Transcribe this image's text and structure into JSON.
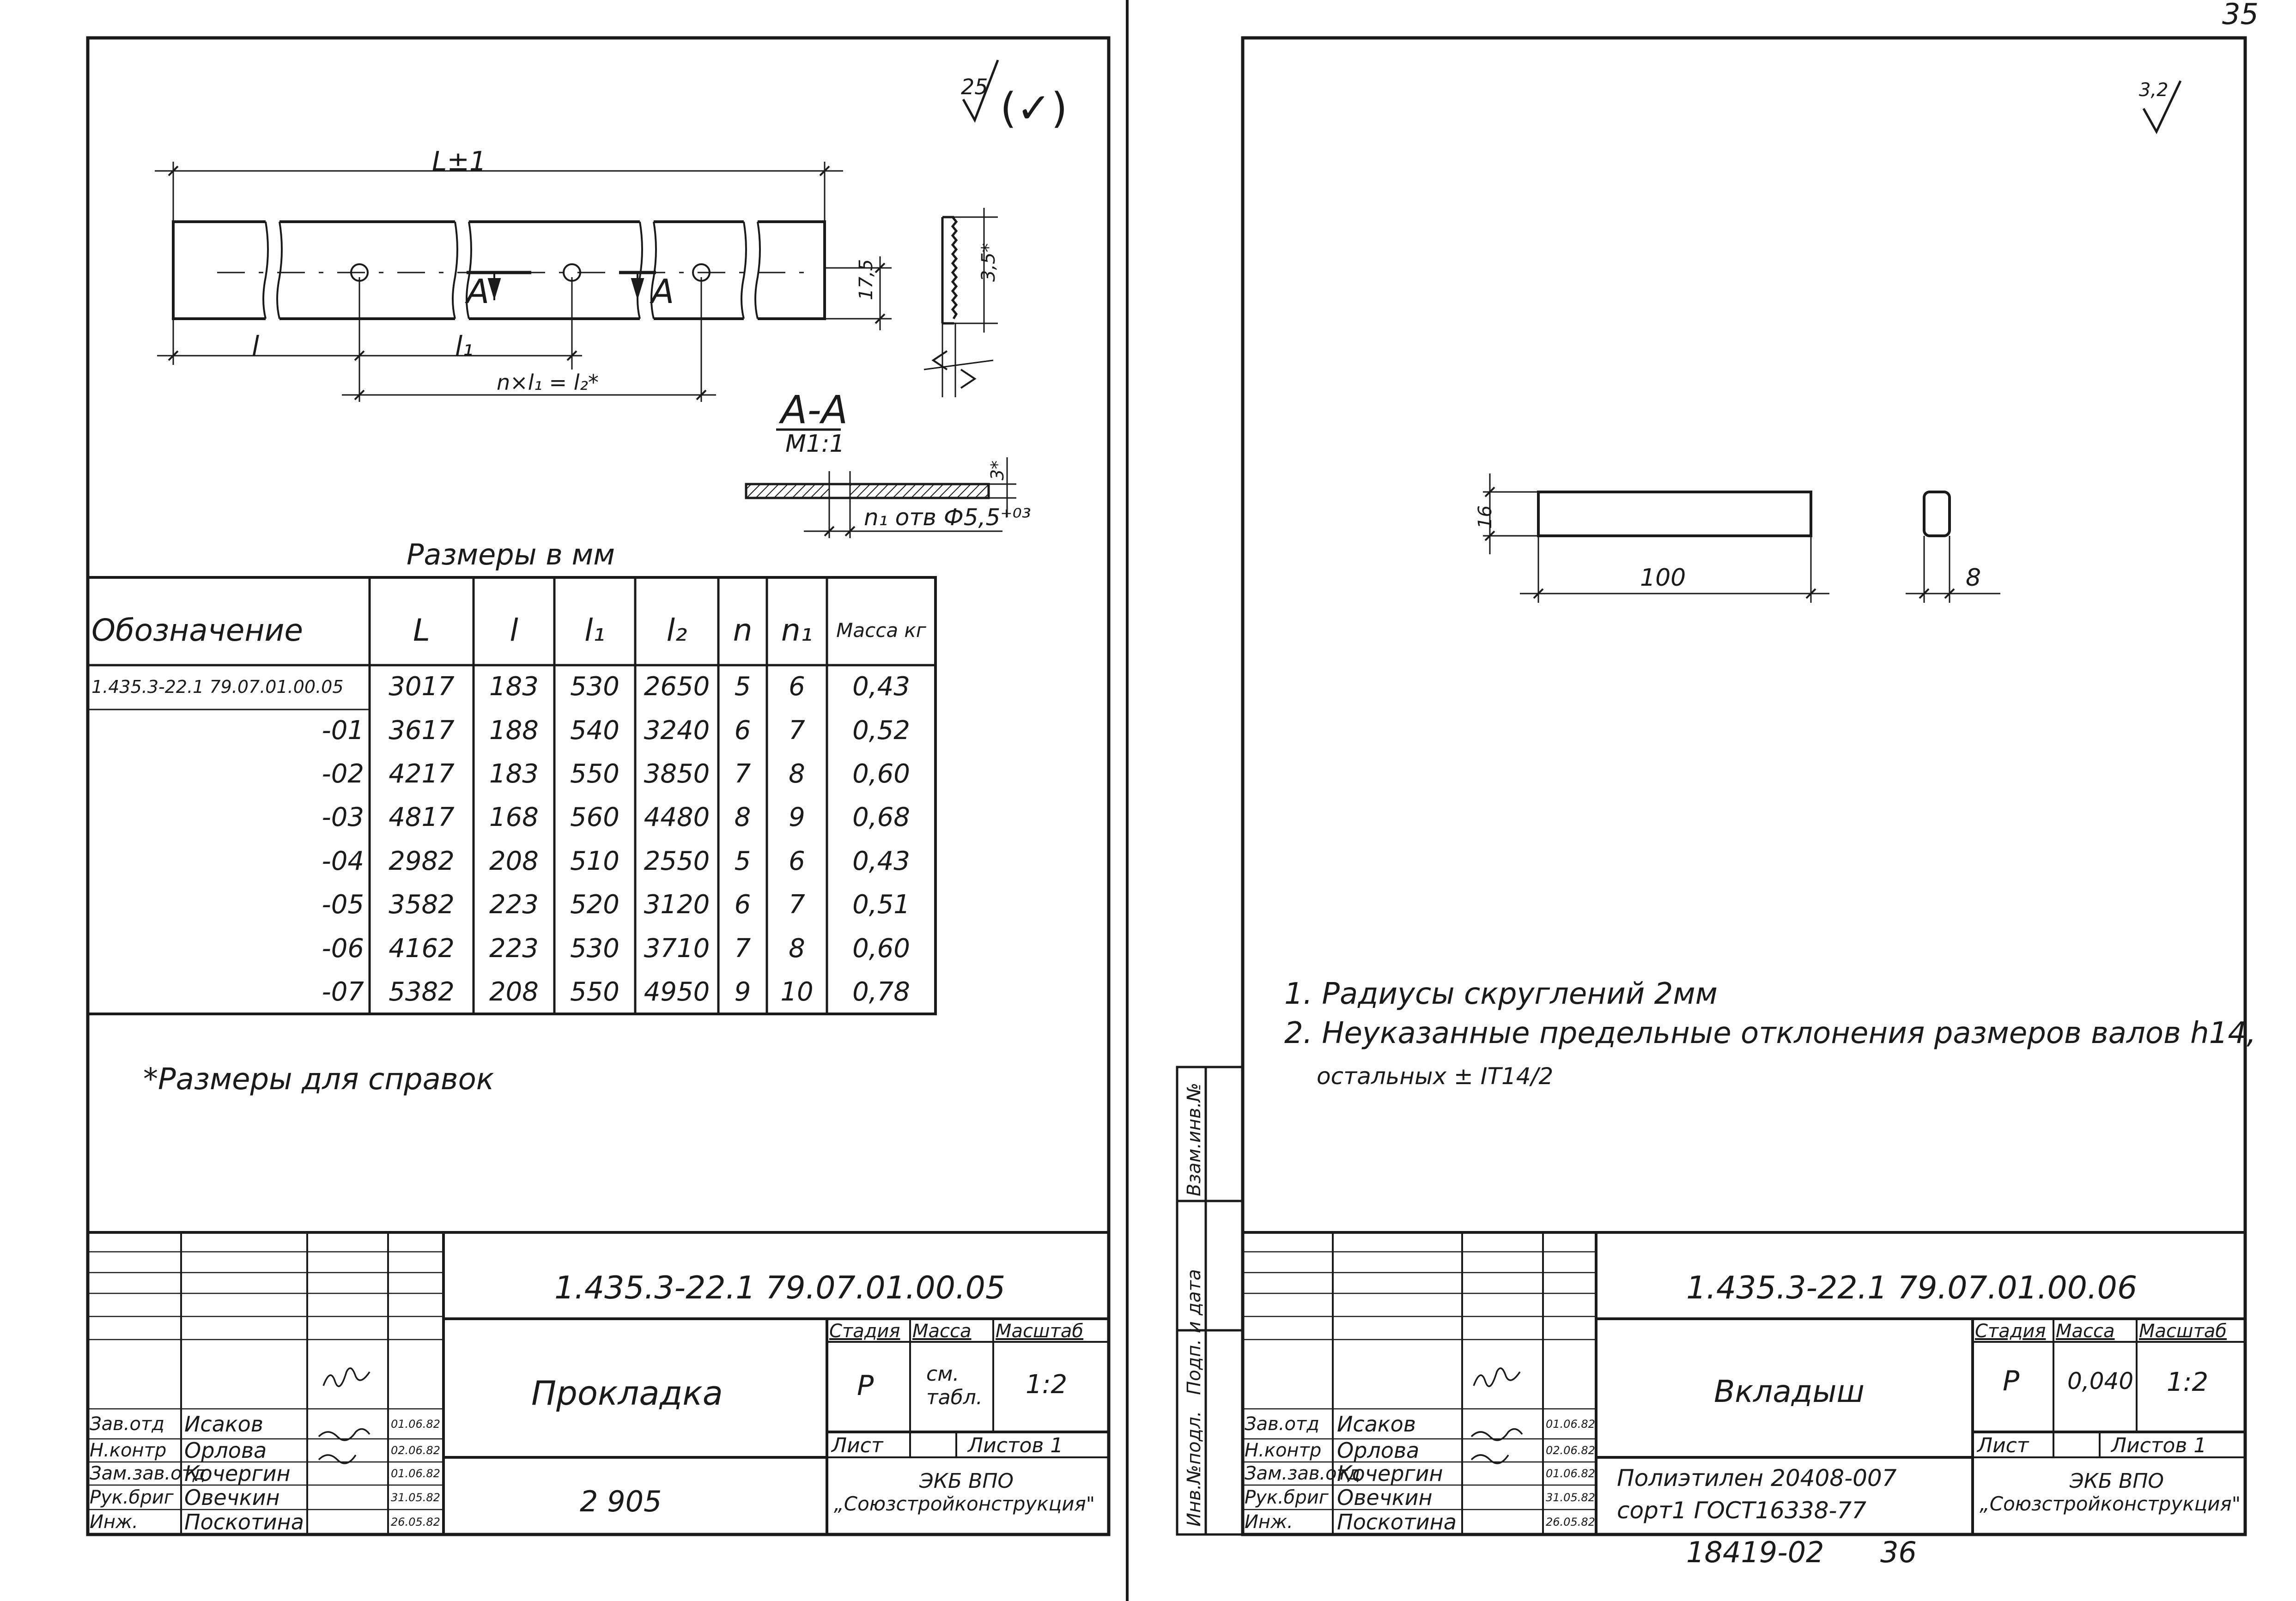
{
  "page_number": "35",
  "footer": {
    "code": "18419-02",
    "page": "36"
  },
  "sheet1": {
    "roughness": {
      "value": "25",
      "extra": "(✓)"
    },
    "dims": {
      "total": "L±1",
      "l": "l",
      "l1": "l₁",
      "nl": "n×l₁ = l₂*",
      "height": "17,5",
      "thick": "3,5*",
      "section_mark": "А",
      "section_title": "А-А",
      "section_scale": "М1:1",
      "section_thick": "3*",
      "holes": "n₁ отв Ф5,5⁺⁰³"
    },
    "table_caption": "Размеры в мм",
    "table": {
      "headers": [
        "Обозначение",
        "L",
        "l",
        "l₁",
        "l₂",
        "n",
        "n₁",
        "Масса кг"
      ],
      "rows": [
        [
          "1.435.3-22.1 79.07.01.00.05",
          "3017",
          "183",
          "530",
          "2650",
          "5",
          "6",
          "0,43"
        ],
        [
          "-01",
          "3617",
          "188",
          "540",
          "3240",
          "6",
          "7",
          "0,52"
        ],
        [
          "-02",
          "4217",
          "183",
          "550",
          "3850",
          "7",
          "8",
          "0,60"
        ],
        [
          "-03",
          "4817",
          "168",
          "560",
          "4480",
          "8",
          "9",
          "0,68"
        ],
        [
          "-04",
          "2982",
          "208",
          "510",
          "2550",
          "5",
          "6",
          "0,43"
        ],
        [
          "-05",
          "3582",
          "223",
          "520",
          "3120",
          "6",
          "7",
          "0,51"
        ],
        [
          "-06",
          "4162",
          "223",
          "530",
          "3710",
          "7",
          "8",
          "0,60"
        ],
        [
          "-07",
          "5382",
          "208",
          "550",
          "4950",
          "9",
          "10",
          "0,78"
        ]
      ]
    },
    "note": "*Размеры для справок",
    "title_block": {
      "code": "1.435.3-22.1 79.07.01.00.05",
      "name": "Прокладка",
      "material": "2 905",
      "stage_label": "Стадия",
      "mass_label": "Масса",
      "scale_label": "Масштаб",
      "stage": "Р",
      "mass": "см. табл.",
      "scale": "1:2",
      "sheet_label": "Лист",
      "sheets_label": "Листов 1",
      "org_line1": "ЭКБ ВПО",
      "org_line2": "„Союзстройконструкция\"",
      "roles": [
        "Зав.отд",
        "Н.контр",
        "Зам.зав.отд",
        "Рук.бриг",
        "Инж."
      ],
      "names": [
        "Исаков",
        "Орлова",
        "Кочергин",
        "Овечкин",
        "Поскотина"
      ],
      "dates": [
        "01.06.82",
        "02.06.82",
        "01.06.82",
        "31.05.82",
        "26.05.82"
      ]
    }
  },
  "sheet2": {
    "roughness": {
      "value": "3,2"
    },
    "dims": {
      "height": "16",
      "length": "100",
      "width": "8"
    },
    "notes": [
      "1. Радиусы скруглений  2мм",
      "2. Неуказанные предельные отклонения размеров валов h14,",
      "остальных ± IT14/2"
    ],
    "side_labels": [
      "Инв.№подл.",
      "Подп. и дата",
      "Взам.инв.№"
    ],
    "title_block": {
      "code": "1.435.3-22.1 79.07.01.00.06",
      "name": "Вкладыш",
      "material_line1": "Полиэтилен 20408-007",
      "material_line2": "сорт1 ГОСТ16338-77",
      "stage_label": "Стадия",
      "mass_label": "Масса",
      "scale_label": "Масштаб",
      "stage": "Р",
      "mass": "0,040",
      "scale": "1:2",
      "sheet_label": "Лист",
      "sheets_label": "Листов 1",
      "org_line1": "ЭКБ ВПО",
      "org_line2": "„Союзстройконструкция\"",
      "roles": [
        "Зав.отд",
        "Н.контр",
        "Зам.зав.отд",
        "Рук.бриг",
        "Инж."
      ],
      "names": [
        "Исаков",
        "Орлова",
        "Кочергин",
        "Овечкин",
        "Поскотина"
      ],
      "dates": [
        "01.06.82",
        "02.06.82",
        "01.06.82",
        "31.05.82",
        "26.05.82"
      ]
    }
  }
}
